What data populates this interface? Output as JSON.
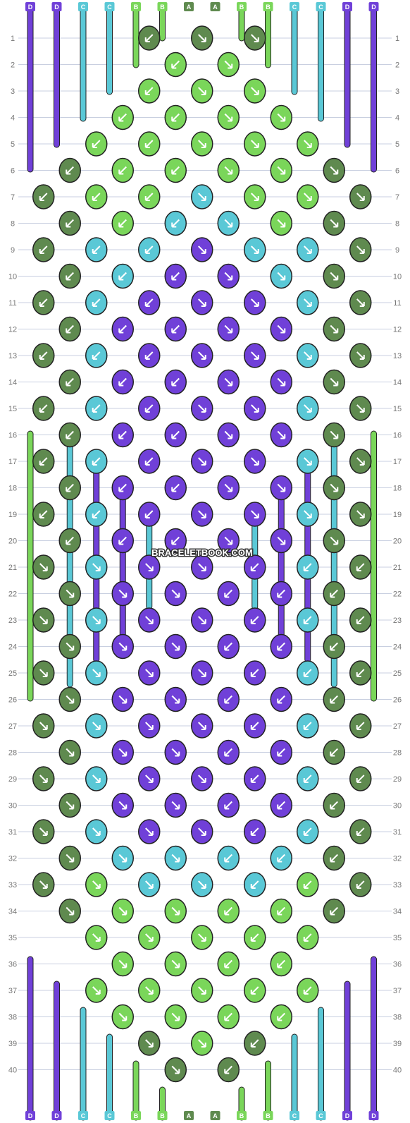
{
  "watermark": "BRACELETBOOK.COM",
  "colors": {
    "A": "#5f8a4f",
    "B": "#7ad65a",
    "C": "#5ac8d6",
    "D": "#7040d8"
  },
  "strands": [
    "D",
    "D",
    "C",
    "C",
    "B",
    "B",
    "A",
    "A",
    "B",
    "B",
    "C",
    "C",
    "D",
    "D"
  ],
  "rows": [
    "1",
    "2",
    "3",
    "4",
    "5",
    "6",
    "7",
    "8",
    "9",
    "10",
    "11",
    "12",
    "13",
    "14",
    "15",
    "16",
    "17",
    "18",
    "19",
    "20",
    "21",
    "22",
    "23",
    "24",
    "25",
    "26",
    "27",
    "28",
    "29",
    "30",
    "31",
    "32",
    "33",
    "34",
    "35",
    "36",
    "37",
    "38",
    "39",
    "40"
  ],
  "knot_arrows": {
    "descriptions": [
      "↘ forward",
      "↙ backward",
      "↘↙ forward-backward",
      "↙↘ backward-forward"
    ],
    "pattern": "mirrored diamond, upper and lower halves"
  }
}
